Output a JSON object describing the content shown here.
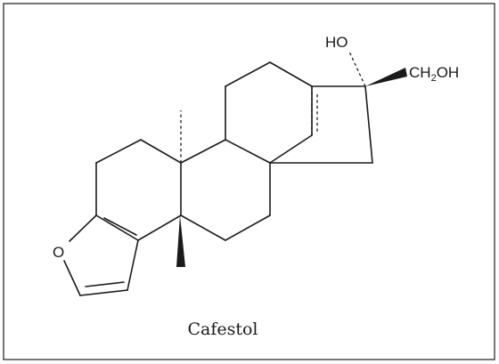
{
  "figure": {
    "caption": "Cafestol",
    "atom_labels": {
      "furan_oxygen": "O",
      "hydroxyl": "HO",
      "hydroxymethyl_prefix": "CH",
      "hydroxymethyl_subscript": "2",
      "hydroxymethyl_suffix": "OH"
    }
  }
}
